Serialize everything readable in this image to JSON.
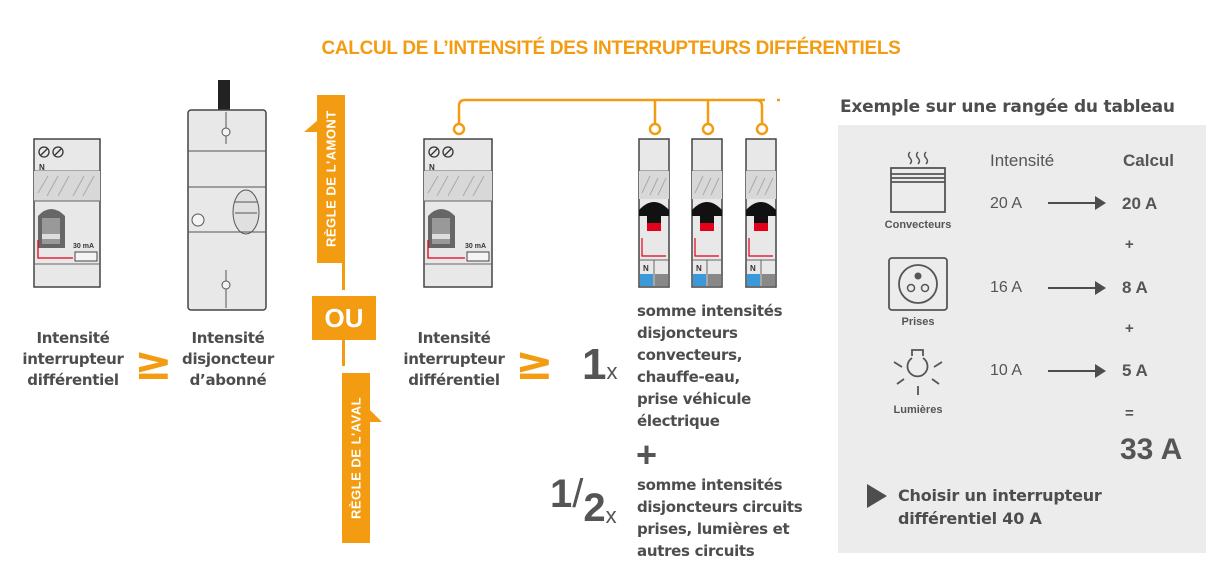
{
  "title": "CALCUL DE L’INTENSITÉ DES INTERRUPTEURS DIFFÉRENTIELS",
  "colors": {
    "accent": "#f39c12",
    "text": "#4d4d4d",
    "panel_bg": "#ececec",
    "red_trim": "#e2001a",
    "blue_terminal": "#3a9ad9"
  },
  "rule_upstream": {
    "left_label": [
      "Intensité",
      "interrupteur",
      "différentiel"
    ],
    "symbol": "≥",
    "right_label": [
      "Intensité",
      "disjoncteur",
      "d’abonné"
    ],
    "device_rating": "30 mA",
    "device_terminal": "N"
  },
  "divider": {
    "upstream_tag": "RÈGLE DE L'AMONT",
    "or_label": "OU",
    "downstream_tag": "RÈGLE DE L'AVAL"
  },
  "rule_downstream": {
    "left_label": [
      "Intensité",
      "interrupteur",
      "différentiel"
    ],
    "symbol": "≥",
    "device_rating": "30 mA",
    "device_terminal": "N",
    "breaker_terminal": "N",
    "term1": {
      "coef": "1",
      "x": "x",
      "lines": [
        "somme intensités",
        "disjoncteurs",
        "convecteurs,",
        "chauffe-eau,",
        "prise véhicule",
        "électrique"
      ]
    },
    "plus": "+",
    "term2": {
      "coef_num": "1",
      "slash": "/",
      "coef_den": "2",
      "x": "x",
      "lines": [
        "somme intensités",
        "disjoncteurs circuits",
        "prises, lumières et",
        "autres circuits"
      ]
    }
  },
  "example": {
    "title": "Exemple sur une rangée du tableau",
    "col_intensity": "Intensité",
    "col_calc": "Calcul",
    "rows": [
      {
        "icon": "convector-icon",
        "label": "Convecteurs",
        "intensity": "20 A",
        "calc": "20 A"
      },
      {
        "icon": "socket-icon",
        "label": "Prises",
        "intensity": "16 A",
        "calc": "8 A"
      },
      {
        "icon": "light-icon",
        "label": "Lumières",
        "intensity": "10 A",
        "calc": "5 A"
      }
    ],
    "plus1": "+",
    "plus2": "+",
    "equals": "=",
    "total": "33 A",
    "conclusion": [
      "Choisir un interrupteur",
      "différentiel 40 A"
    ]
  }
}
